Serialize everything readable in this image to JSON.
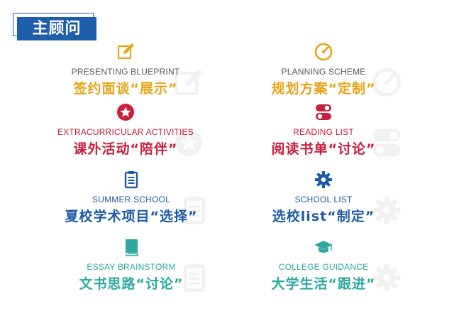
{
  "header": {
    "title": "主顾问"
  },
  "colors": {
    "gold": "#e8a317",
    "red": "#c8203f",
    "blue": "#1e5ba7",
    "teal": "#2ea8a0",
    "ghost": "#9a9a9a"
  },
  "items": [
    {
      "en": "PRESENTING BLUEPRINT",
      "cn": "签约面谈“展示”",
      "icon": "edit-icon",
      "color": "gold"
    },
    {
      "en": "PLANNING SCHEME",
      "cn": "规划方案“定制”",
      "icon": "gauge-icon",
      "color": "gold"
    },
    {
      "en": "EXTRACURRICULAR ACTIVITIES",
      "cn": "课外活动“陪伴”",
      "icon": "star-icon",
      "color": "red"
    },
    {
      "en": "READING LIST",
      "cn": "阅读书单“讨论”",
      "icon": "toggle-icon",
      "color": "red"
    },
    {
      "en": "SUMMER SCHOOL",
      "cn": "夏校学术项目“选择”",
      "icon": "clipboard-icon",
      "color": "blue"
    },
    {
      "en": "SCHOOL LIST",
      "cn": "选校list“制定”",
      "icon": "gear-icon",
      "color": "blue"
    },
    {
      "en": "ESSAY BRAINSTORM",
      "cn": "文书思路“讨论”",
      "icon": "book-icon",
      "color": "teal"
    },
    {
      "en": "COLLEGE GUIDANCE",
      "cn": "大学生活“跟进”",
      "icon": "graduation-cap-icon",
      "color": "teal"
    }
  ]
}
